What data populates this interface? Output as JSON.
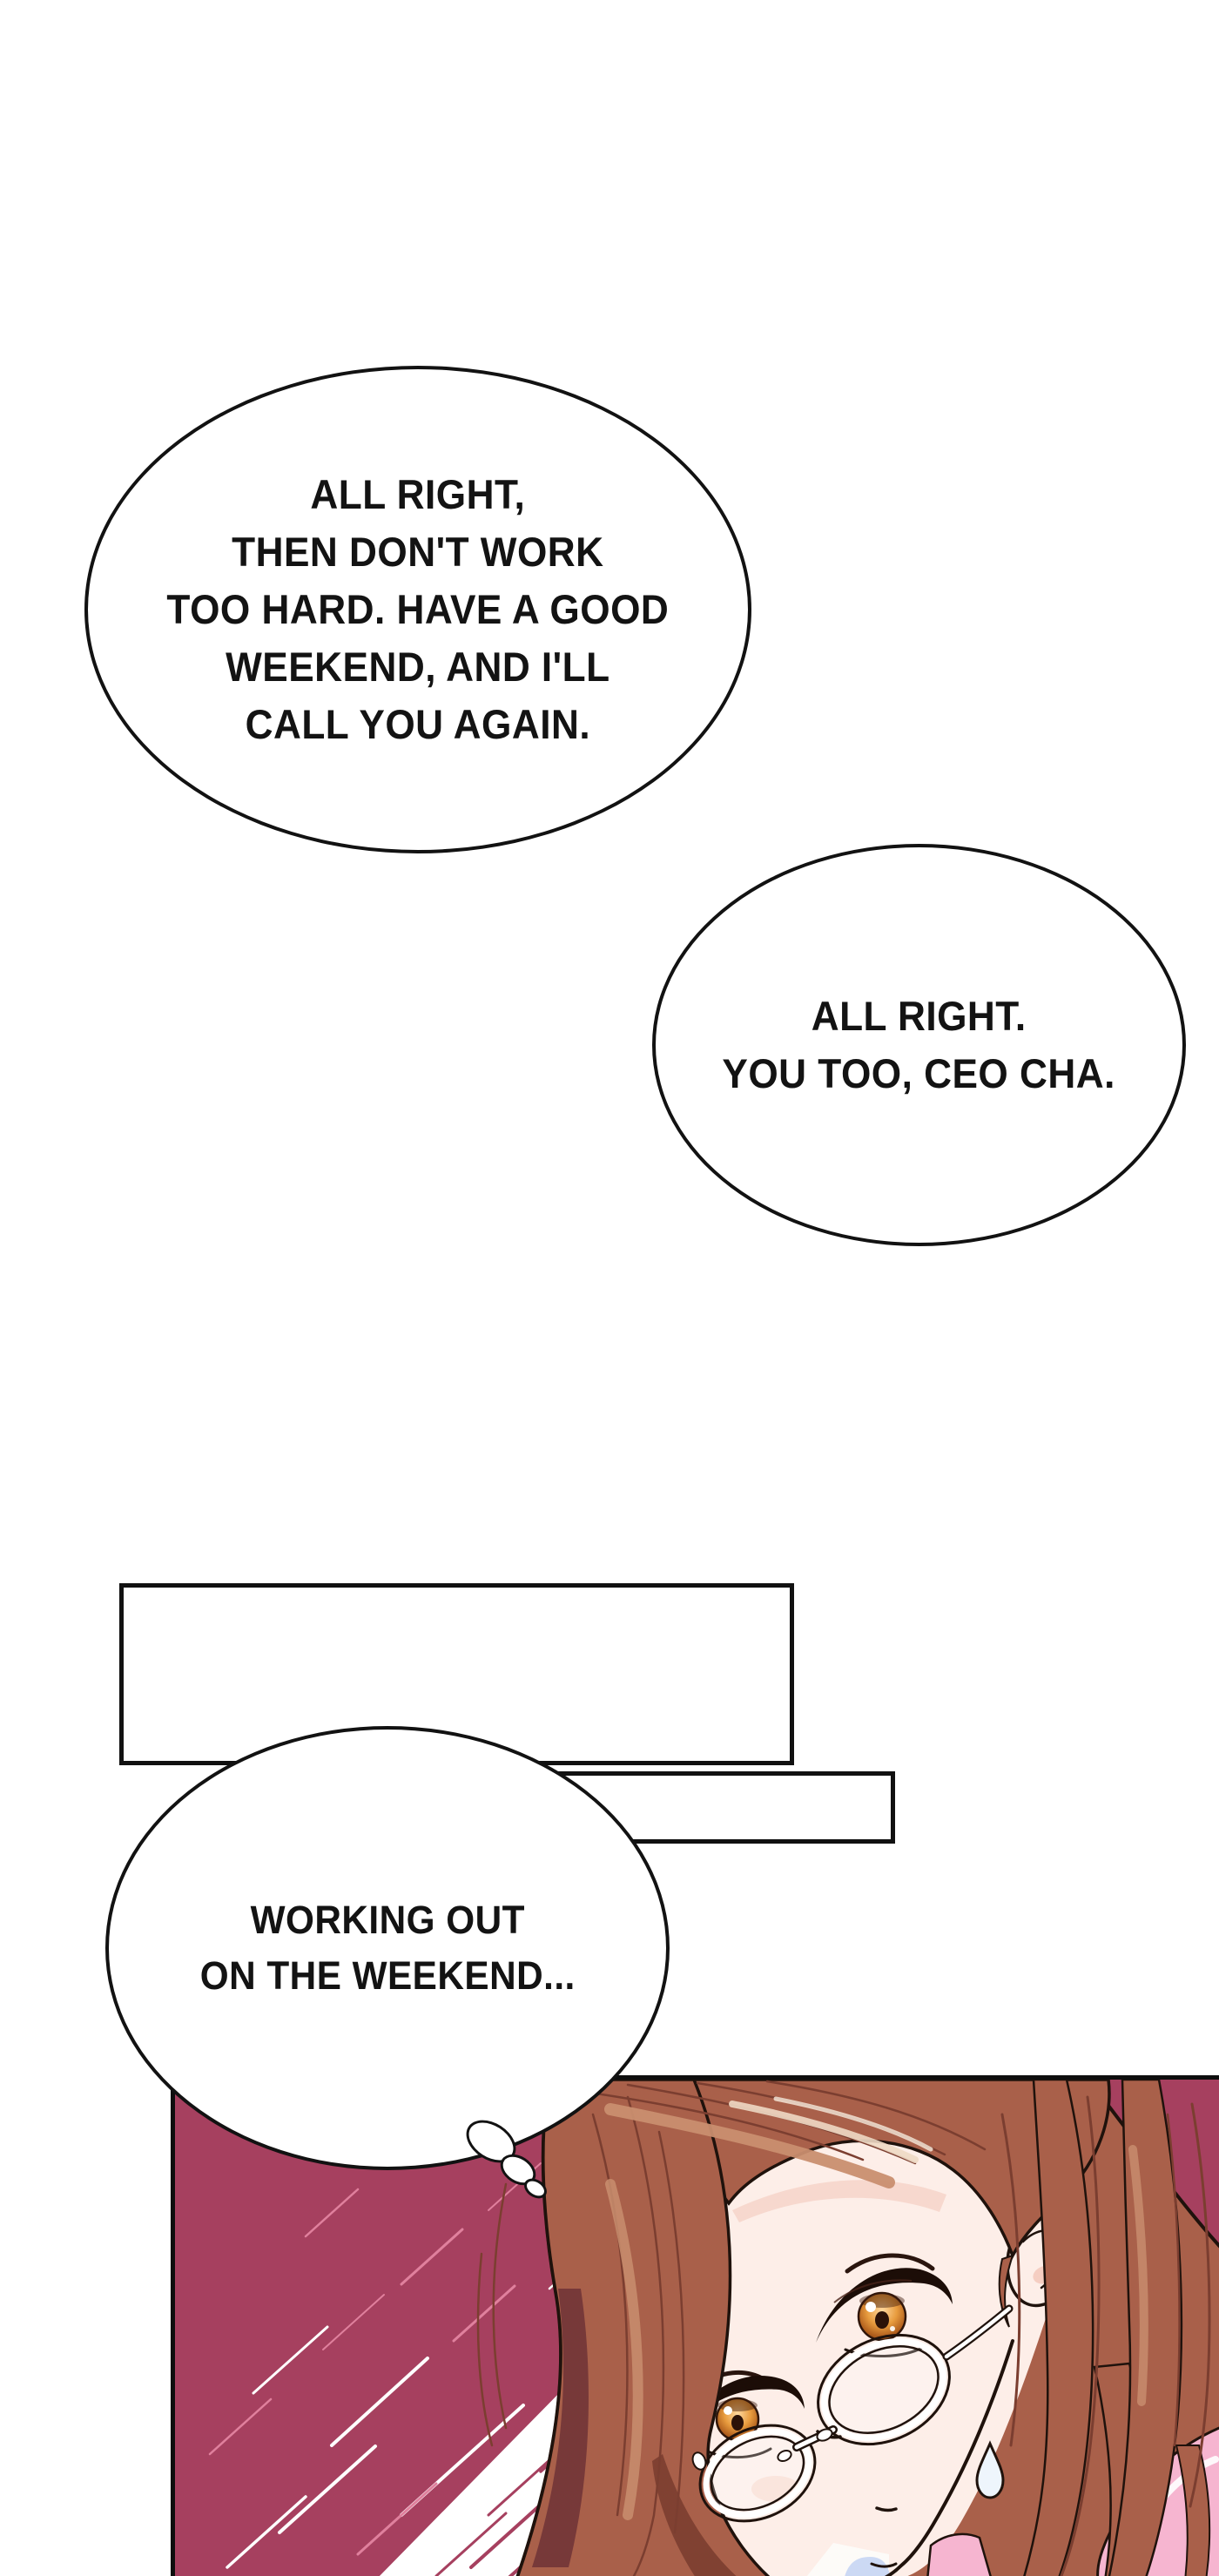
{
  "comic": {
    "speech_bubble_1": {
      "lines": [
        "ALL RIGHT,",
        "THEN DON'T WORK",
        "TOO HARD. HAVE A GOOD",
        "WEEKEND, AND I'LL",
        "CALL YOU AGAIN."
      ]
    },
    "speech_bubble_2": {
      "lines": [
        "ALL RIGHT.",
        "YOU TOO, CEO CHA."
      ]
    },
    "thought_bubble": {
      "lines": [
        "WORKING OUT",
        "ON THE WEEKEND..."
      ]
    },
    "narration_box_1": {
      "text": ""
    },
    "narration_box_2": {
      "text": ""
    }
  },
  "colors": {
    "maroon": "#a6405f",
    "line": "#1f120c",
    "bubble_stroke": "#121212",
    "hair": "#a9604a",
    "hair_dark": "#7b3e30",
    "hair_deep": "#6f3336",
    "hair_light": "#c98e6f",
    "hair_glint": "#eed9c4",
    "skin": "#fdeee8",
    "skin_shadow": "#f3c6b8",
    "pink": "#f6b5d0",
    "blue": "#ccd9f4",
    "speed_pink": "#e0809d",
    "text": "#131313"
  }
}
